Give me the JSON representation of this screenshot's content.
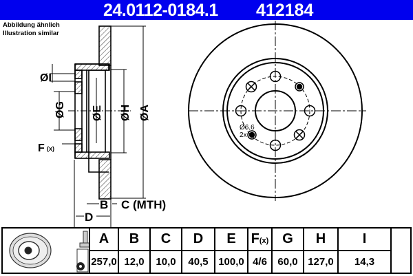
{
  "header": {
    "part_number": "24.0112-0184.1",
    "short_number": "412184",
    "background_color": "#0000ee"
  },
  "note": {
    "line1": "Abbildung ähnlich",
    "line2": "Illustration similar"
  },
  "side_view_labels": {
    "I": "ØI",
    "G": "ØG",
    "E": "ØE",
    "H": "ØH",
    "A": "ØA",
    "F": "F",
    "F_sub": "(x)",
    "B": "B",
    "C": "C (MTH)",
    "D": "D"
  },
  "front_view_labels": {
    "hole_diameter": "Ø6,6",
    "hole_count": "2x"
  },
  "spec_table": {
    "headers": [
      "A",
      "B",
      "C",
      "D",
      "E",
      "F",
      "G",
      "H",
      "I"
    ],
    "f_suffix": "(x)",
    "values": [
      "257,0",
      "12,0",
      "10,0",
      "40,5",
      "100,0",
      "4/6",
      "60,0",
      "127,0",
      "14,3"
    ]
  },
  "icons": [
    "brake-disc-thumbnail-icon",
    "bolt-icon",
    "spray-cleaning-icon"
  ]
}
